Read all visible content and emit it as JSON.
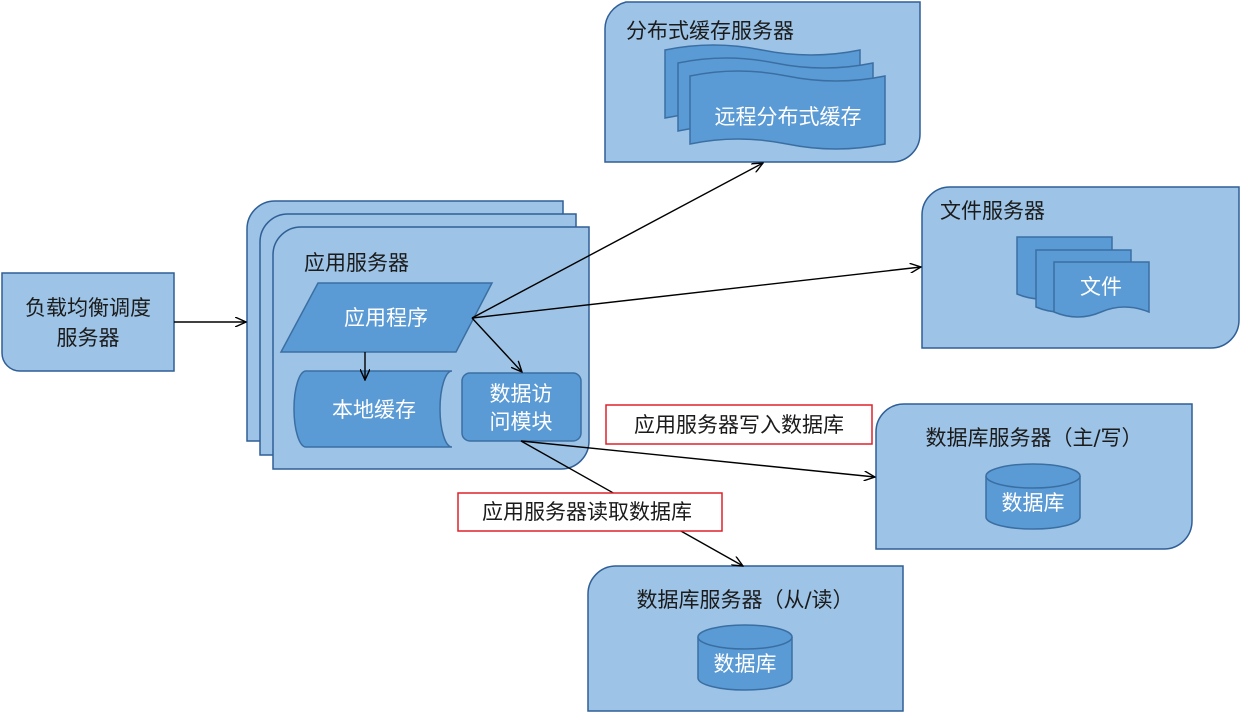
{
  "load_balancer": {
    "line1": "负载均衡调度",
    "line2": "服务器"
  },
  "app_server": {
    "title": "应用服务器",
    "app_program": "应用程序",
    "local_cache": "本地缓存",
    "data_access": {
      "line1": "数据访",
      "line2": "问模块"
    }
  },
  "dist_cache_server": {
    "title": "分布式缓存服务器",
    "remote_cache": "远程分布式缓存"
  },
  "file_server": {
    "title": "文件服务器",
    "file": "文件"
  },
  "db_master": {
    "title": "数据库服务器（主/写）",
    "db": "数据库"
  },
  "db_slave": {
    "title": "数据库服务器（从/读）",
    "db": "数据库"
  },
  "labels": {
    "write": "应用服务器写入数据库",
    "read": "应用服务器读取数据库"
  },
  "colors": {
    "panel": "#9dc3e6",
    "panel_border": "#2f5f96",
    "shape": "#5b9bd5",
    "shape_border": "#3b6fa3",
    "label_border": "#e0202a"
  }
}
